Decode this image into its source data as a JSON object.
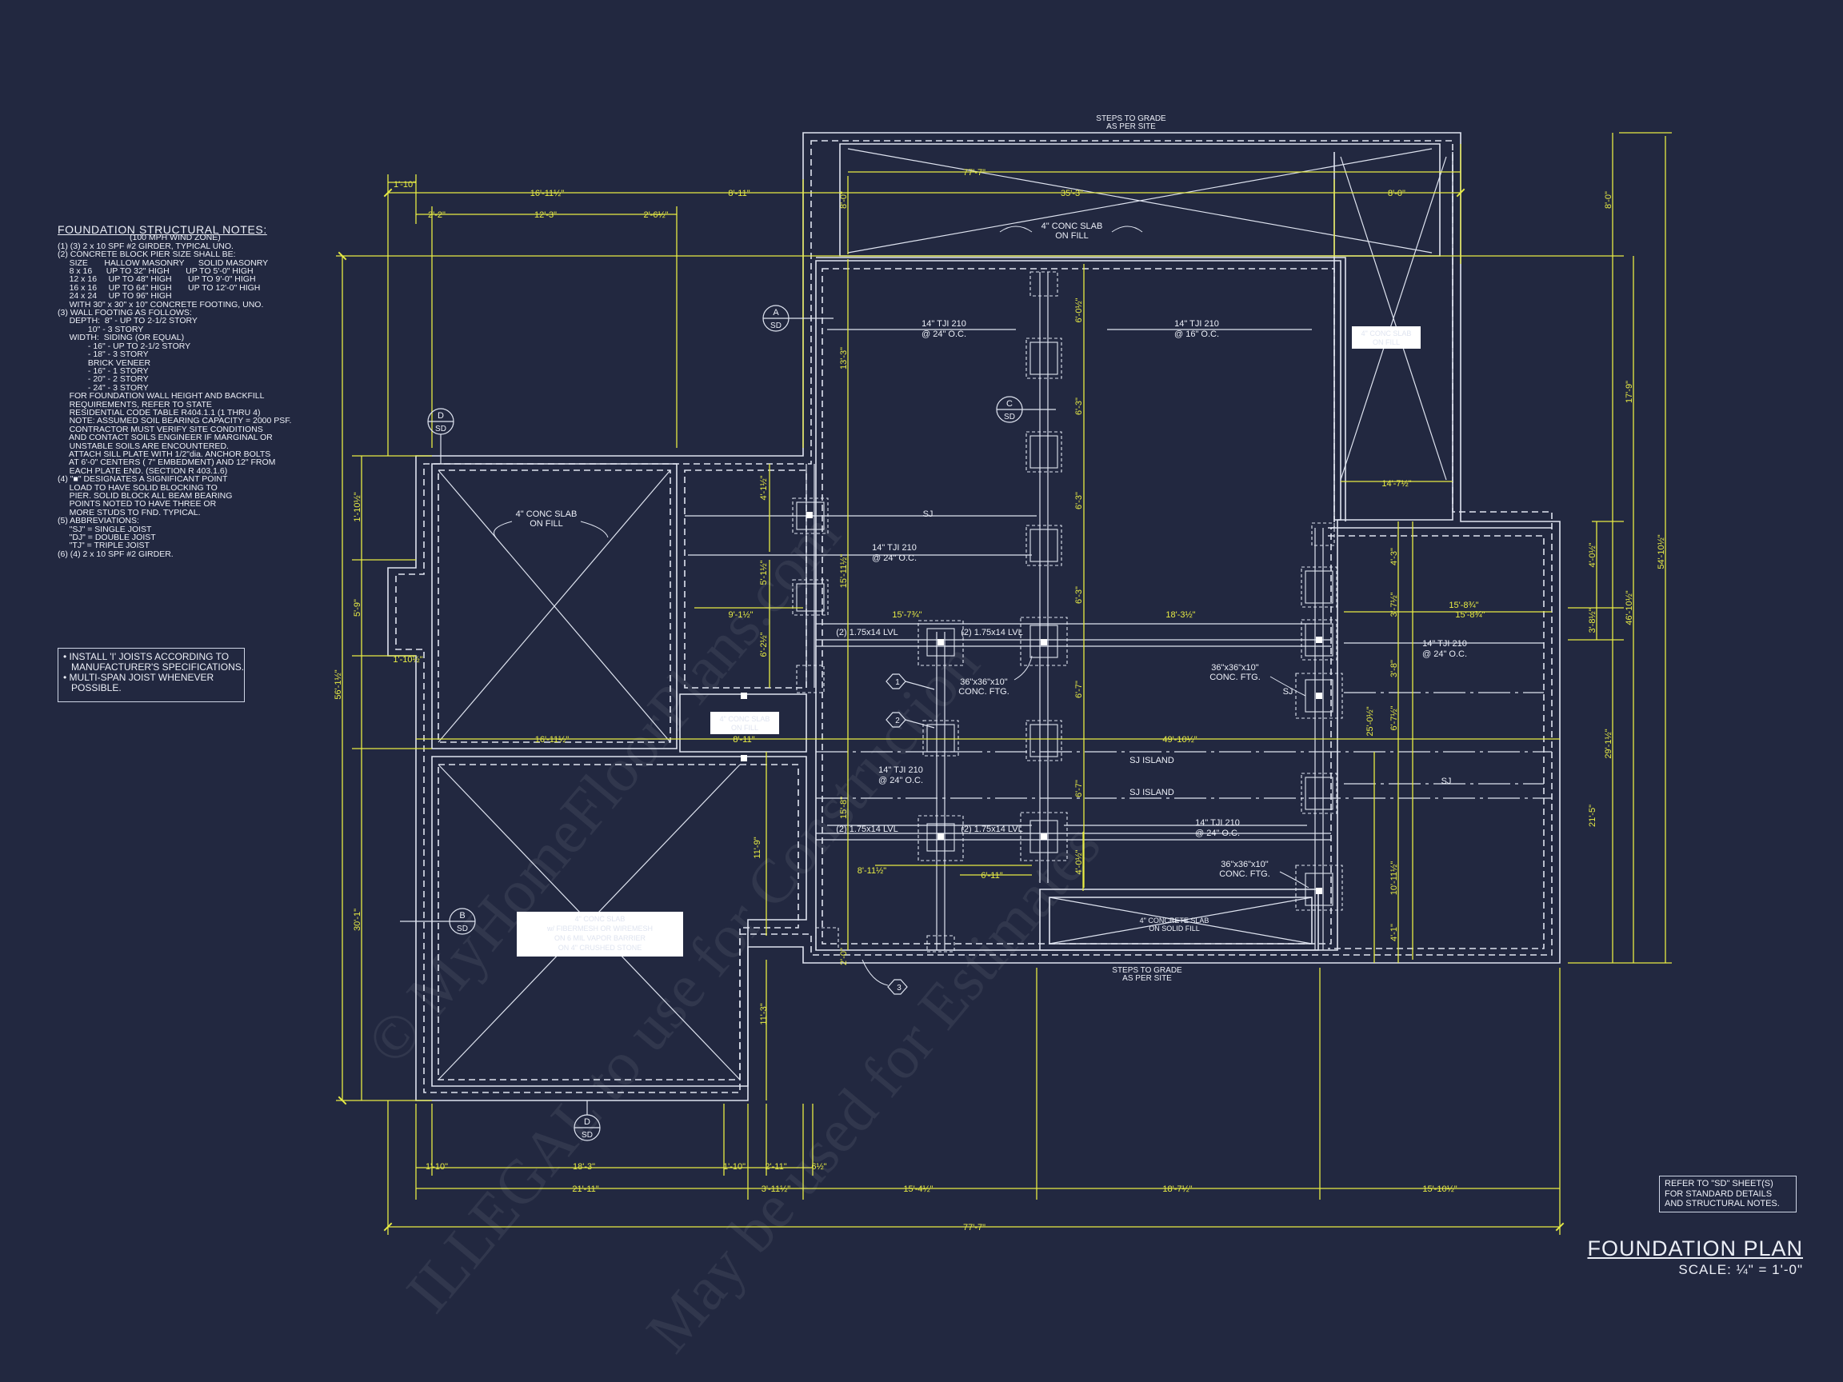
{
  "title": "FOUNDATION PLAN",
  "scale": "SCALE: ¼\" = 1'-0\"",
  "watermark": {
    "line1": "© MyHomeFloorPlans.com",
    "line2": "ILLEGAL to use for Construction",
    "line3": "May be used for Estimates"
  },
  "notes": {
    "title": "FOUNDATION STRUCTURAL NOTES:",
    "subtitle": "(100 MPH WIND ZONE)",
    "lines": [
      "(1) (3) 2 x 10 SPF #2 GIRDER, TYPICAL UNO.",
      "(2) CONCRETE BLOCK PIER SIZE SHALL BE:",
      "     SIZE       HALLOW MASONRY      SOLID MASONRY",
      "     8 x 16      UP TO 32\" HIGH       UP TO 5'-0\" HIGH",
      "     12 x 16     UP TO 48\" HIGH       UP TO 9'-0\" HIGH",
      "     16 x 16     UP TO 64\" HIGH       UP TO 12'-0\" HIGH",
      "     24 x 24     UP TO 96\" HIGH",
      "     WITH 30\" x 30\" x 10\" CONCRETE FOOTING, UNO.",
      "(3) WALL FOOTING AS FOLLOWS:",
      "     DEPTH:  8\" - UP TO 2-1/2 STORY",
      "             10\" - 3 STORY",
      "     WIDTH:  SIDING (OR EQUAL)",
      "             - 16\" - UP TO 2-1/2 STORY",
      "             - 18\" - 3 STORY",
      "             BRICK VENEER",
      "             - 16\" - 1 STORY",
      "             - 20\" - 2 STORY",
      "             - 24\" - 3 STORY",
      "     FOR FOUNDATION WALL HEIGHT AND BACKFILL",
      "     REQUIREMENTS, REFER TO STATE",
      "     RESIDENTIAL CODE TABLE R404.1.1 (1 THRU 4)",
      "     NOTE: ASSUMED SOIL BEARING CAPACITY = 2000 PSF.",
      "     CONTRACTOR MUST VERIFY SITE CONDITIONS",
      "     AND CONTACT SOILS ENGINEER IF MARGINAL OR",
      "     UNSTABLE SOILS ARE ENCOUNTERED.",
      "     ATTACH SILL PLATE WITH 1/2\"dia. ANCHOR BOLTS",
      "     AT 6'-0\" CENTERS ( 7\" EMBEDMENT) AND 12\" FROM",
      "     EACH PLATE END. (SECTION R 403.1.6)",
      "(4) \"■\" DESIGNATES A SIGNIFICANT POINT",
      "     LOAD TO HAVE SOLID BLOCKING TO",
      "     PIER. SOLID BLOCK ALL BEAM BEARING",
      "     POINTS NOTED TO HAVE THREE OR",
      "     MORE STUDS TO FND. TYPICAL.",
      "(5) ABBREVIATIONS:",
      "     \"SJ\" = SINGLE JOIST",
      "     \"DJ\" = DOUBLE JOIST",
      "     \"TJ\" = TRIPLE JOIST",
      "(6) (4) 2 x 10 SPF #2 GIRDER."
    ]
  },
  "joist_notes": [
    "• INSTALL 'I' JOISTS ACCORDING TO",
    "   MANUFACTURER'S SPECIFICATIONS.",
    "• MULTI-SPAN JOIST WHENEVER",
    "   POSSIBLE."
  ],
  "refer_notes": [
    "REFER TO \"SD\" SHEET(S)",
    "FOR STANDARD DETAILS",
    "AND STRUCTURAL NOTES."
  ],
  "labels": {
    "steps_top": [
      "STEPS TO GRADE",
      "AS PER SITE"
    ],
    "steps_bottom": [
      "STEPS TO GRADE",
      "AS PER SITE"
    ],
    "slab_top": [
      "4\" CONC SLAB",
      "ON FILL"
    ],
    "slab_left": [
      "4\" CONC SLAB",
      "ON FILL"
    ],
    "slab_right": [
      "4\" CONC SLAB",
      "ON FILL"
    ],
    "slab_small": [
      "4\" CONC SLAB",
      "ON FILL"
    ],
    "slab_garage": [
      "4\" CONC SLAB",
      "w/ FIBERMESH OR WIREMESH",
      "ON 6 MIL VAPOR BARRIER",
      "ON 4\" CRUSHED STONE"
    ],
    "slab_bottom": [
      "4\" CONCRETE SLAB",
      "ON SOLID FILL"
    ],
    "joist_1": [
      "14\" TJI 210",
      "@ 24\" O.C."
    ],
    "joist_2": [
      "14\" TJI 210",
      "@ 16\" O.C."
    ],
    "joist_3": [
      "14\" TJI 210",
      "@ 24\" O.C."
    ],
    "joist_4": [
      "14\" TJI 210",
      "@ 24\" O.C."
    ],
    "joist_5": [
      "14\" TJI 210",
      "@ 24\" O.C."
    ],
    "joist_6": [
      "14\" TJI 210",
      "@ 24\" O.C."
    ],
    "sj_1": "SJ",
    "sj_2": "SJ",
    "sj_3": "SJ",
    "sj_island_1": "SJ ISLAND",
    "sj_island_2": "SJ ISLAND",
    "lvl_1": "(2) 1.75x14 LVL",
    "lvl_2": "(2) 1.75x14 LVL",
    "lvl_3": "(2) 1.75x14 LVL",
    "lvl_4": "(2) 1.75x14 LVL",
    "ftg_1": [
      "36\"x36\"x10\"",
      "CONC. FTG."
    ],
    "ftg_2": [
      "36\"x36\"x10\"",
      "CONC. FTG."
    ],
    "ftg_3": [
      "36\"x36\"x10\"",
      "CONC. FTG."
    ]
  },
  "section_tags": [
    {
      "letter": "A",
      "sheet": "SD"
    },
    {
      "letter": "C",
      "sheet": "SD"
    },
    {
      "letter": "D",
      "sheet": "SD"
    },
    {
      "letter": "B",
      "sheet": "SD"
    },
    {
      "letter": "D",
      "sheet": "SD"
    }
  ],
  "callouts": [
    "1",
    "2",
    "3"
  ],
  "dimensions": {
    "d_1_10_top": "1'-10\"",
    "d_16_11_top": "16'-11½\"",
    "d_8_11_top": "8'-11\"",
    "d_77_7_top": "77'-7\"",
    "d_35_3": "35'-3\"",
    "d_8_0_top": "8'-0\"",
    "d_2_2": "2'-2\"",
    "d_12_3": "12'-3\"",
    "d_2_6": "2'-6½\"",
    "d_8_0_v": "8'-0\"",
    "d_13_3": "13'-3\"",
    "d_15_11": "15'-11½\"",
    "d_4_1": "4'-1½\"",
    "d_5_1": "5'-1½\"",
    "d_6_2": "6'-2½\"",
    "d_9_1": "9'-1½\"",
    "d_15_7": "15'-7¾\"",
    "d_18_3": "18'-3½\"",
    "d_15_8": "15'-8¾\"",
    "d_6_0": "6'-0½\"",
    "d_6_3a": "6'-3\"",
    "d_6_3b": "6'-3\"",
    "d_6_3c": "6'-3\"",
    "d_6_7a": "6'-7\"",
    "d_6_7b": "6'-7\"",
    "d_4_0": "4'-0½\"",
    "d_16_11_mid": "16'-11½\"",
    "d_8_11_mid": "8'-11\"",
    "d_49_10": "49'-10½\"",
    "d_15_8_v": "15'-8\"",
    "d_11_9": "11'-9\"",
    "d_11_3": "11'-3\"",
    "d_8_11_low": "8'-11½\"",
    "d_6_11": "6'-11\"",
    "d_1_10_l": "1'-10½\"",
    "d_5_9": "5'-9\"",
    "d_1_10_l2": "1'-10½\"",
    "d_56_1": "56'-1½\"",
    "d_30_1": "30'-1\"",
    "d_14_7": "14'-7½\"",
    "d_17_9": "17'-9\"",
    "d_8_0_r": "8'-0\"",
    "d_54_10": "54'-10½\"",
    "d_46_10": "46'-10½\"",
    "d_29_1": "29'-1½\"",
    "d_21_5": "21'-5\"",
    "d_4_0_r": "4'-0½\"",
    "d_3_8_r": "3'-8½\"",
    "d_4_3": "4'-3\"",
    "d_3_7": "3'-7½\"",
    "d_3_8": "3'-8\"",
    "d_6_7r": "6'-7½\"",
    "d_25_0": "25'-0½\"",
    "d_10_11": "10'-11½\"",
    "d_4_1_r": "4'-1\"",
    "d_2_0": "2'-0\"",
    "d_15_8r": "15'-8¾\"",
    "d_1_10b1": "1'-10\"",
    "d_18_3b": "18'-3\"",
    "d_1_10b2": "1'-10\"",
    "d_2_11b": "2'-11\"",
    "d_6b": "6½\"",
    "d_21_11": "21'-11\"",
    "d_3_11": "3'-11½\"",
    "d_15_4": "15'-4½\"",
    "d_18_7": "18'-7½\"",
    "d_15_10": "15'-10½\"",
    "d_77_7_bot": "77'-7\""
  }
}
